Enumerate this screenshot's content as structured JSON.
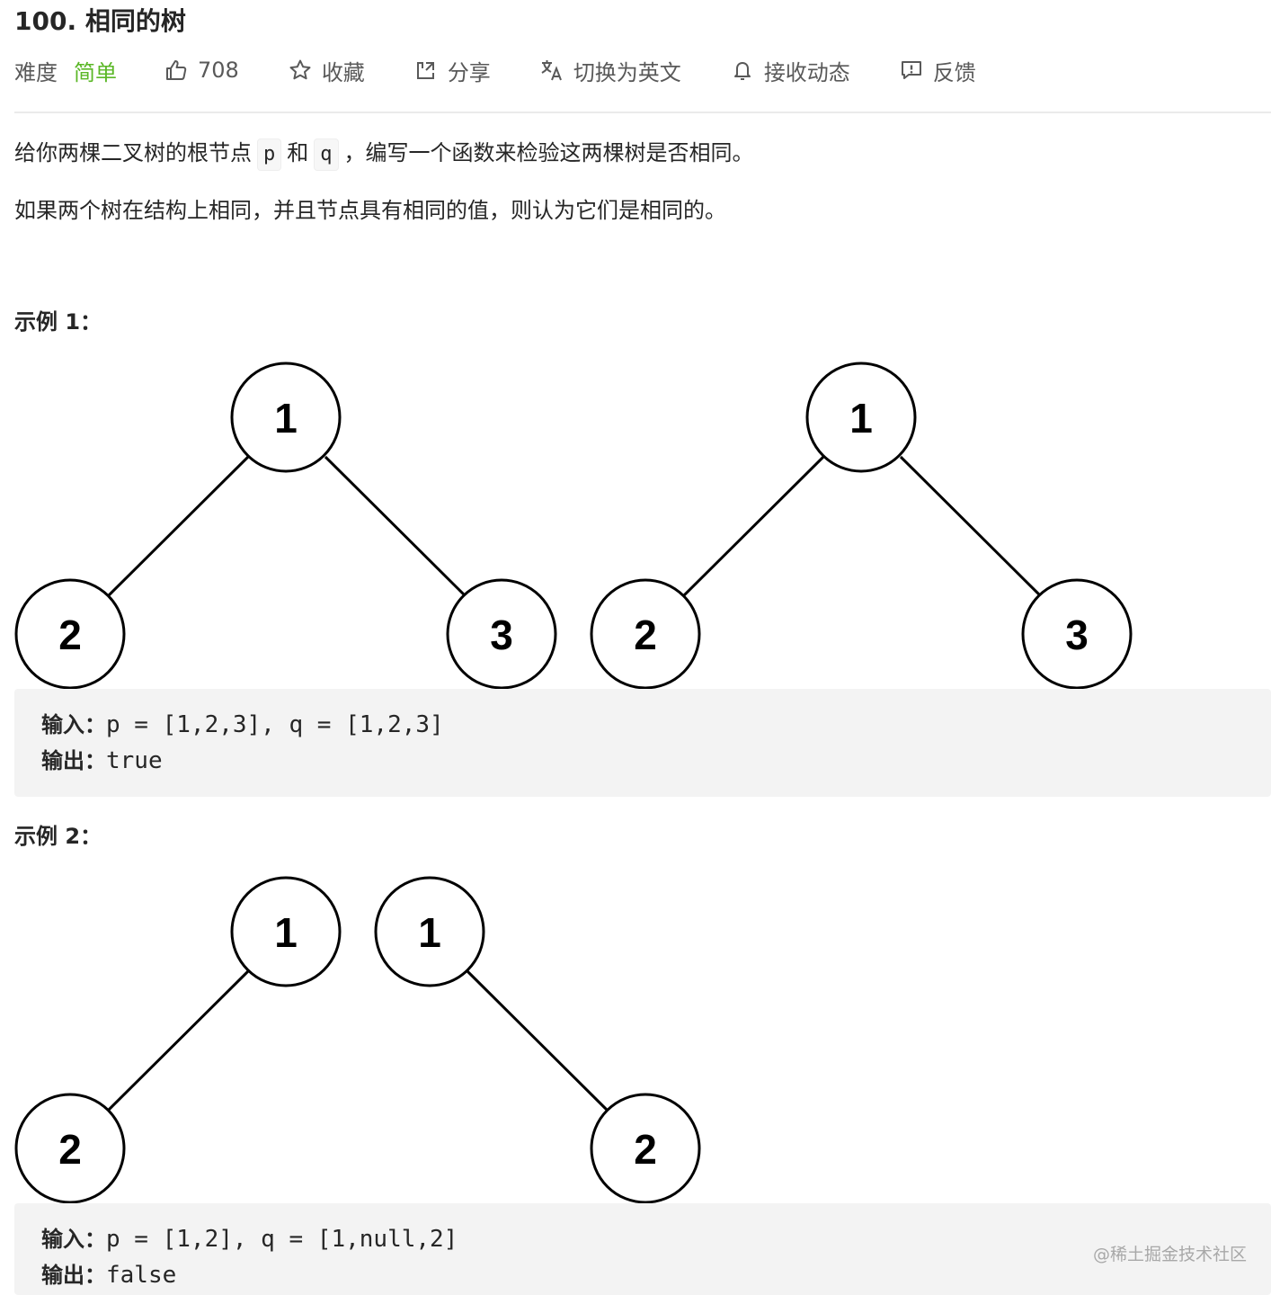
{
  "problem": {
    "title": "100. 相同的树"
  },
  "toolbar": {
    "difficulty_label": "难度",
    "difficulty_value": "简单",
    "likes": "708",
    "favorite_label": "收藏",
    "share_label": "分享",
    "switch_lang_label": "切换为英文",
    "subscribe_label": "接收动态",
    "feedback_label": "反馈",
    "difficulty_color": "#5ab726"
  },
  "description": {
    "line1_before": "给你两棵二叉树的根节点",
    "code_p": "p",
    "line1_and": "和",
    "code_q": "q",
    "line1_after": "，编写一个函数来检验这两棵树是否相同。",
    "line2": "如果两个树在结构上相同，并且节点具有相同的值，则认为它们是相同的。"
  },
  "examples": [
    {
      "heading": "示例 1：",
      "trees": [
        {
          "root": "1",
          "left": "2",
          "right": "3"
        },
        {
          "root": "1",
          "left": "2",
          "right": "3"
        }
      ],
      "input_label": "输入：",
      "input_value": "p = [1,2,3], q = [1,2,3]",
      "output_label": "输出：",
      "output_value": "true"
    },
    {
      "heading": "示例 2：",
      "trees": [
        {
          "root": "1",
          "left": "2"
        },
        {
          "root": "1",
          "right": "2"
        }
      ],
      "input_label": "输入：",
      "input_value": "p = [1,2], q = [1,null,2]",
      "output_label": "输出：",
      "output_value": "false"
    }
  ],
  "watermark": "@稀土掘金技术社区"
}
